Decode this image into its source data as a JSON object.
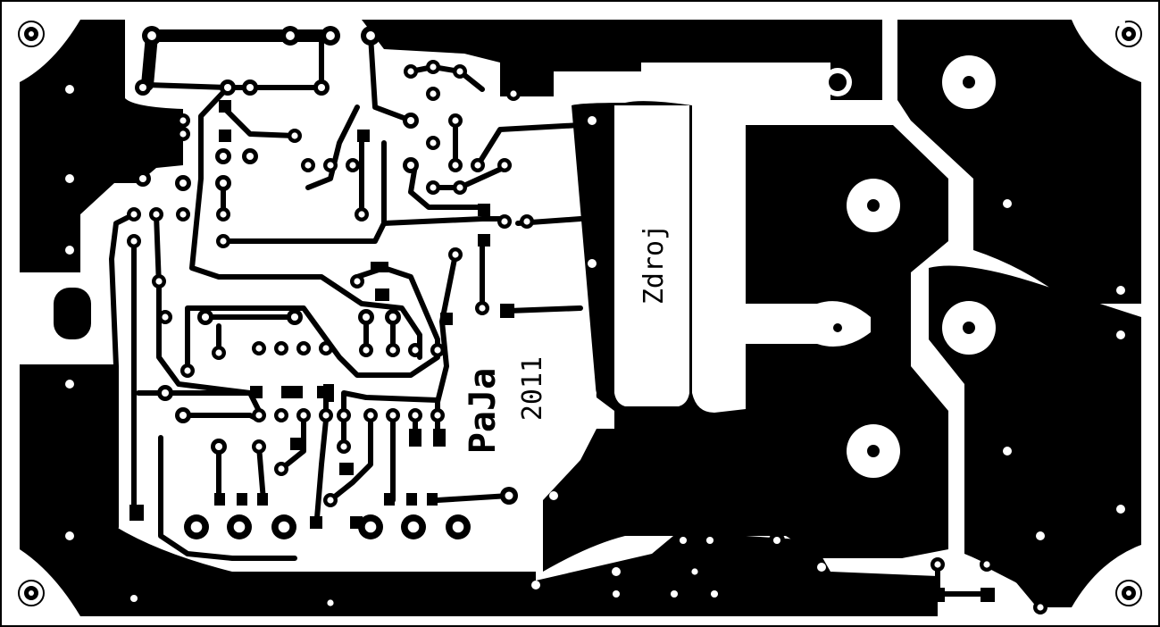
{
  "board": {
    "colors": {
      "copper": "#000000",
      "substrate": "#ffffff"
    }
  },
  "labels": {
    "section_name": "Zdroj",
    "author": "PaJa",
    "year": "2011"
  }
}
